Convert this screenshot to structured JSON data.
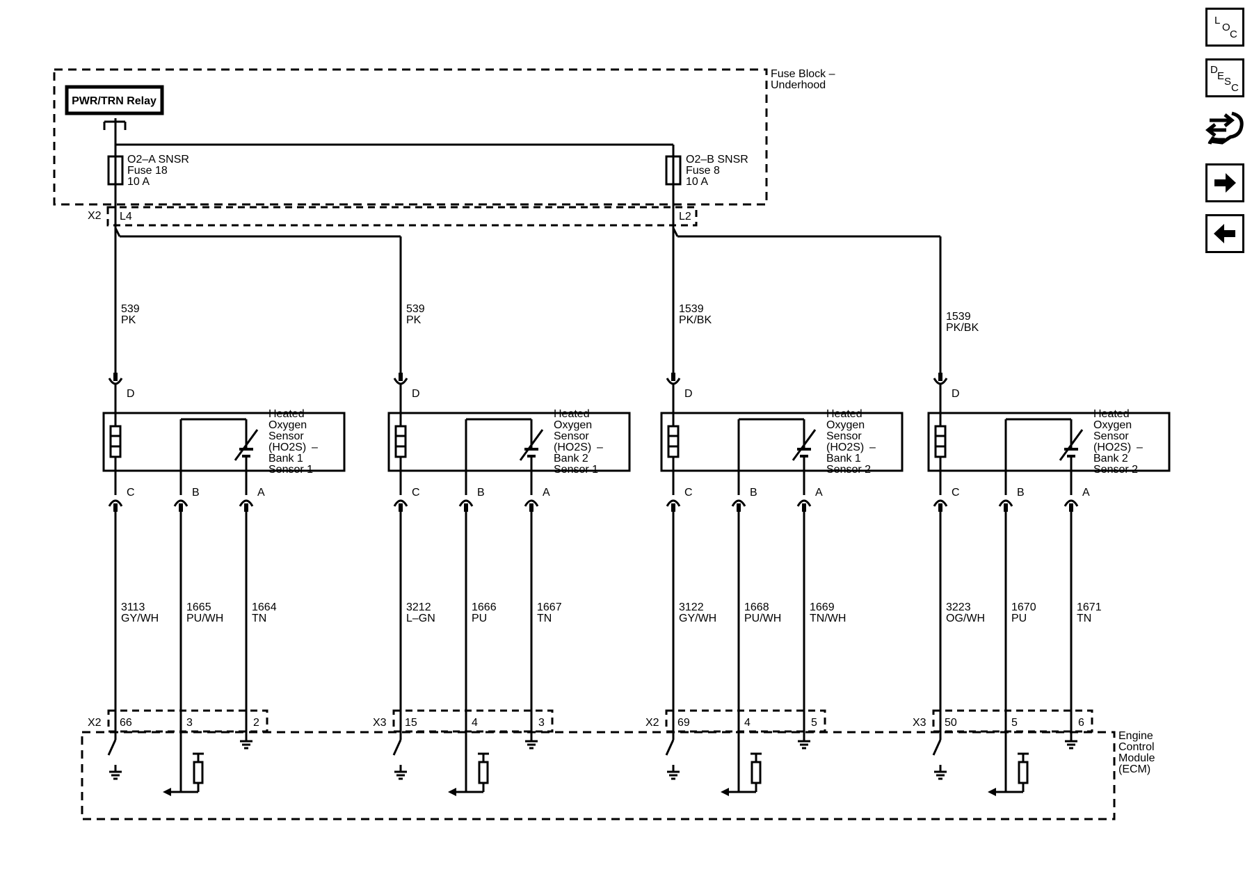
{
  "nav": {
    "loc": {
      "l1": "L",
      "l2": "O",
      "l3": "C"
    },
    "desc": {
      "l1": "D",
      "l2": "E",
      "l3": "S",
      "l4": "C"
    }
  },
  "fuse_block": {
    "label_line1": "Fuse Block –",
    "label_line2": "Underhood",
    "relay": "PWR/TRN Relay",
    "fuse_a": {
      "name": "O2–A SNSR",
      "num": "Fuse 18",
      "rating": "10 A"
    },
    "fuse_b": {
      "name": "O2–B SNSR",
      "num": "Fuse 8",
      "rating": "10 A"
    },
    "connector": "X2",
    "pin_a": "L4",
    "pin_b": "L2"
  },
  "sensors": [
    {
      "title": [
        "Heated",
        "Oxygen",
        "Sensor",
        "(HO2S)",
        "Bank 1",
        "Sensor 1"
      ],
      "dash": "–",
      "feed": {
        "circuit": "539",
        "color": "PK"
      },
      "pins": {
        "d": "D",
        "c": "C",
        "b": "B",
        "a": "A"
      },
      "wires": [
        {
          "circuit": "3113",
          "color": "GY/WH"
        },
        {
          "circuit": "1665",
          "color": "PU/WH"
        },
        {
          "circuit": "1664",
          "color": "TN"
        }
      ],
      "ecm": {
        "connector": "X2",
        "pins": [
          "66",
          "3",
          "2"
        ]
      }
    },
    {
      "title": [
        "Heated",
        "Oxygen",
        "Sensor",
        "(HO2S)",
        "Bank 2",
        "Sensor 1"
      ],
      "dash": "–",
      "feed": {
        "circuit": "539",
        "color": "PK"
      },
      "pins": {
        "d": "D",
        "c": "C",
        "b": "B",
        "a": "A"
      },
      "wires": [
        {
          "circuit": "3212",
          "color": "L–GN"
        },
        {
          "circuit": "1666",
          "color": "PU"
        },
        {
          "circuit": "1667",
          "color": "TN"
        }
      ],
      "ecm": {
        "connector": "X3",
        "pins": [
          "15",
          "4",
          "3"
        ]
      }
    },
    {
      "title": [
        "Heated",
        "Oxygen",
        "Sensor",
        "(HO2S)",
        "Bank 1",
        "Sensor 2"
      ],
      "dash": "–",
      "feed": {
        "circuit": "1539",
        "color": "PK/BK"
      },
      "pins": {
        "d": "D",
        "c": "C",
        "b": "B",
        "a": "A"
      },
      "wires": [
        {
          "circuit": "3122",
          "color": "GY/WH"
        },
        {
          "circuit": "1668",
          "color": "PU/WH"
        },
        {
          "circuit": "1669",
          "color": "TN/WH"
        }
      ],
      "ecm": {
        "connector": "X2",
        "pins": [
          "69",
          "4",
          "5"
        ]
      }
    },
    {
      "title": [
        "Heated",
        "Oxygen",
        "Sensor",
        "(HO2S)",
        "Bank 2",
        "Sensor 2"
      ],
      "dash": "–",
      "feed": {
        "circuit": "1539",
        "color": "PK/BK"
      },
      "pins": {
        "d": "D",
        "c": "C",
        "b": "B",
        "a": "A"
      },
      "wires": [
        {
          "circuit": "3223",
          "color": "OG/WH"
        },
        {
          "circuit": "1670",
          "color": "PU"
        },
        {
          "circuit": "1671",
          "color": "TN"
        }
      ],
      "ecm": {
        "connector": "X3",
        "pins": [
          "50",
          "5",
          "6"
        ]
      }
    }
  ],
  "ecm": {
    "label": [
      "Engine",
      "Control",
      "Module",
      "(ECM)"
    ]
  }
}
